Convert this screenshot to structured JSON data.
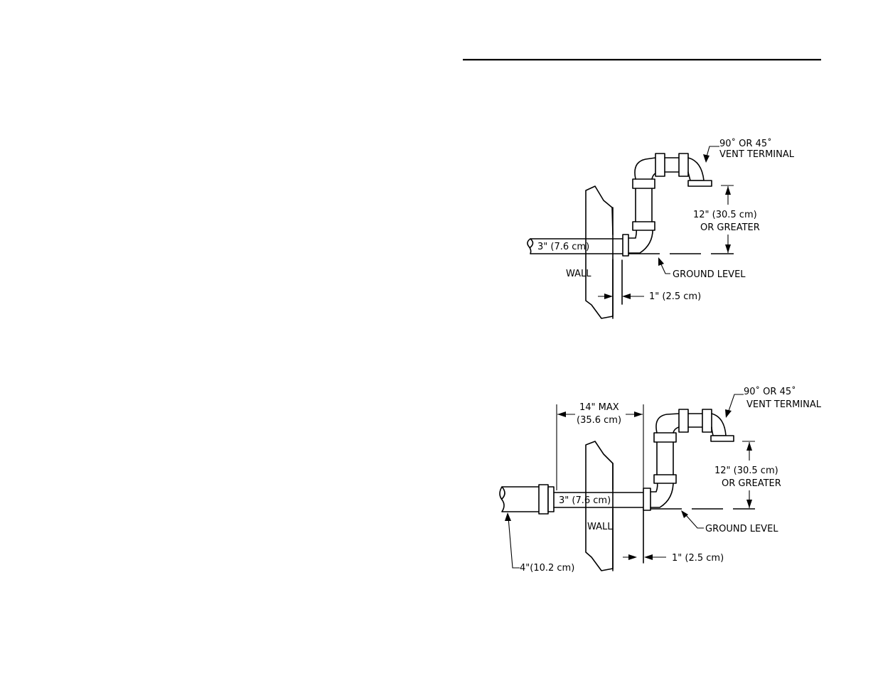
{
  "figure1": {
    "terminal_label_line1": "90˚ OR 45˚",
    "terminal_label_line2": "VENT TERMINAL",
    "height_label_line1": "12\" (30.5 cm)",
    "height_label_line2": "OR GREATER",
    "pipe_label": "3\" (7.6 cm)",
    "wall_label": "WALL",
    "ground_label": "GROUND LEVEL",
    "offset_label": "1\" (2.5 cm)"
  },
  "figure2": {
    "terminal_label_line1": "90˚ OR 45˚",
    "terminal_label_line2": "VENT TERMINAL",
    "max_label_line1": "14\" MAX",
    "max_label_line2": "(35.6 cm)",
    "height_label_line1": "12\" (30.5 cm)",
    "height_label_line2": "OR GREATER",
    "pipe_label": "3\" (7.6 cm)",
    "wall_label": "WALL",
    "ground_label": "GROUND LEVEL",
    "offset_label": "1\" (2.5 cm)",
    "reducer_label": "4\"(10.2 cm)"
  }
}
